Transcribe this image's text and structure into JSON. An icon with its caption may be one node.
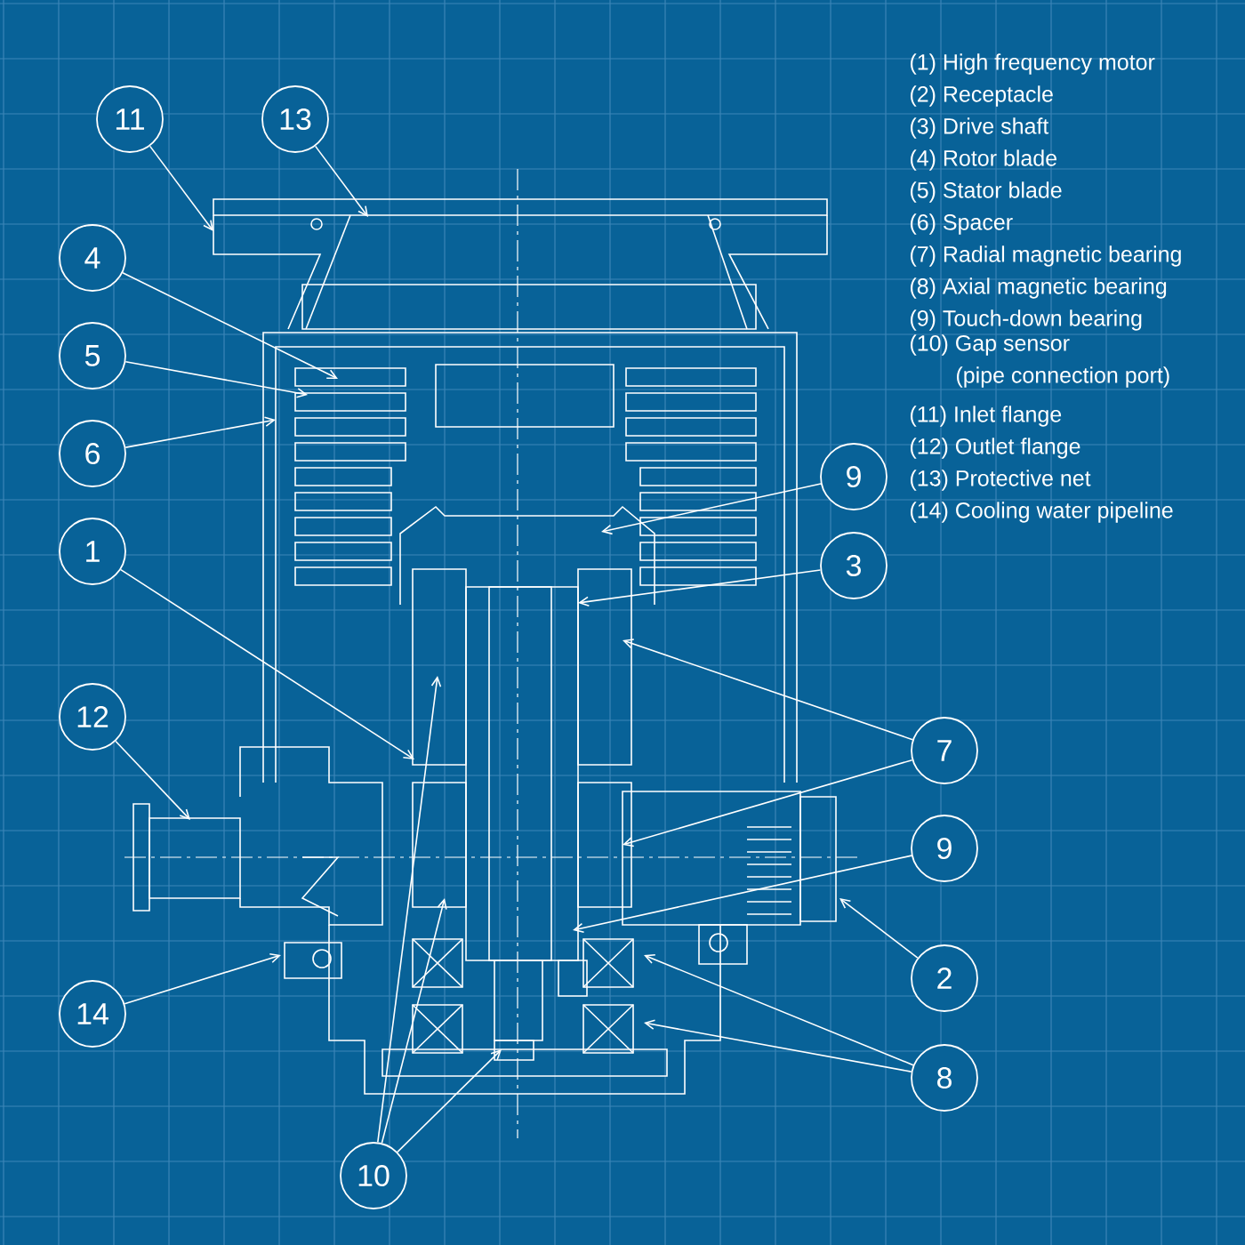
{
  "diagram": {
    "nodes": [
      {
        "text": [
          "11"
        ]
      },
      {
        "text": [
          "13"
        ]
      },
      {
        "text": [
          "4"
        ]
      },
      {
        "text": [
          "5"
        ]
      },
      {
        "text": [
          "6"
        ]
      },
      {
        "text": [
          "1"
        ]
      },
      {
        "text": [
          "12"
        ]
      },
      {
        "text": [
          "14"
        ]
      },
      {
        "text": [
          "10"
        ]
      },
      {
        "text": [
          "9"
        ]
      },
      {
        "text": [
          "3"
        ]
      },
      {
        "text": [
          "7"
        ]
      },
      {
        "text": [
          "9"
        ]
      },
      {
        "text": [
          "2"
        ]
      },
      {
        "text": [
          "8"
        ]
      }
    ],
    "edges": [
      {
        "from": 0,
        "to": null,
        "arrow": "to"
      },
      {
        "from": 1,
        "to": null,
        "arrow": "to"
      },
      {
        "from": 2,
        "to": null,
        "arrow": "to"
      },
      {
        "from": 3,
        "to": null,
        "arrow": "to"
      },
      {
        "from": 4,
        "to": null,
        "arrow": "to"
      },
      {
        "from": 5,
        "to": null,
        "arrow": "to"
      },
      {
        "from": 6,
        "to": null,
        "arrow": "to"
      },
      {
        "from": 7,
        "to": null,
        "arrow": "to"
      },
      {
        "from": 8,
        "to": null,
        "arrow": "to"
      },
      {
        "from": 8,
        "to": null,
        "arrow": "to"
      },
      {
        "from": 8,
        "to": null,
        "arrow": "to"
      },
      {
        "from": 9,
        "to": null,
        "arrow": "to"
      },
      {
        "from": 10,
        "to": null,
        "arrow": "to"
      },
      {
        "from": 11,
        "to": null,
        "arrow": "to"
      },
      {
        "from": 11,
        "to": null,
        "arrow": "to"
      },
      {
        "from": 12,
        "to": null,
        "arrow": "to"
      },
      {
        "from": 13,
        "to": null,
        "arrow": "to"
      },
      {
        "from": 14,
        "to": null,
        "arrow": "to"
      },
      {
        "from": 14,
        "to": null,
        "arrow": "to"
      }
    ],
    "labels": [
      "(1) High frequency motor",
      "(2) Receptacle",
      "(3) Drive shaft",
      "(4) Rotor blade",
      "(5) Stator blade",
      "(6) Spacer",
      "(7) Radial magnetic bearing",
      "(8) Axial magnetic bearing",
      "(9) Touch-down bearing",
      "(10) Gap sensor (pipe connection port)",
      "(11) Inlet flange",
      "(12) Outlet flange",
      "(13) Protective net",
      "(14) Cooling water pipeline"
    ]
  }
}
